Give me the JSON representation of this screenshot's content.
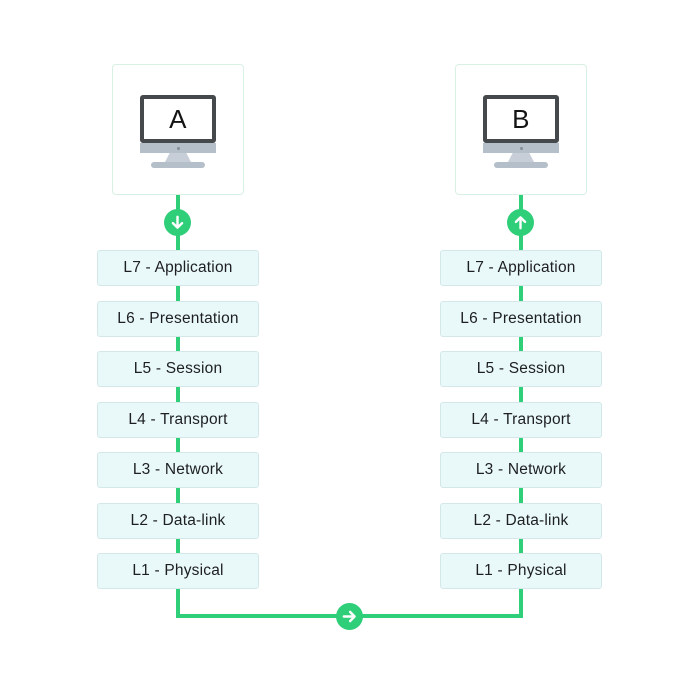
{
  "nodes": {
    "a": "A",
    "b": "B"
  },
  "layers": [
    "L7 - Application",
    "L6 - Presentation",
    "L5 - Session",
    "L4 - Transport",
    "L3 - Network",
    "L2 - Data-link",
    "L1 - Physical"
  ],
  "icons": {
    "node_a": "arrow-down-circle-icon",
    "node_b": "arrow-up-circle-icon",
    "link": "arrow-right-circle-icon"
  },
  "colors": {
    "accent_green": "#2fce79",
    "box_fill": "#e9f8f9",
    "box_border": "#d4e8e9",
    "card_border": "#d9f1e4",
    "monitor_frame": "#46494c",
    "monitor_silver": "#b5bfca",
    "text_dark": "#1d1f21",
    "bg": "#ffffff"
  }
}
